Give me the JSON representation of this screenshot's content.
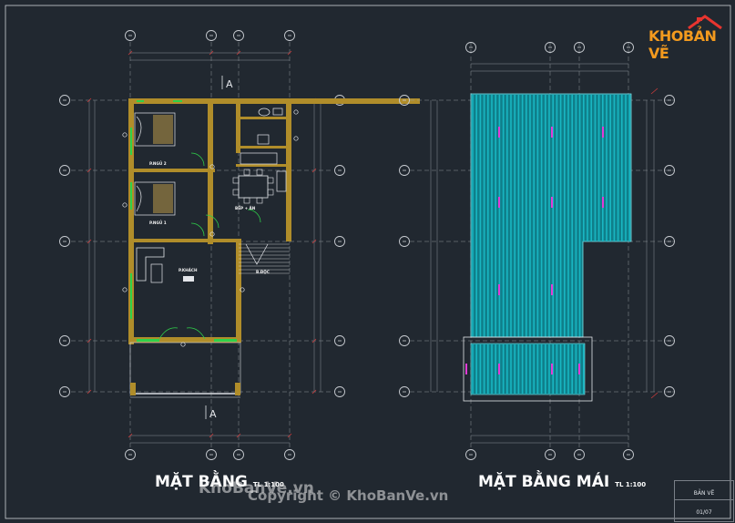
{
  "logo": {
    "kho": "KHO",
    "banve": "BẢN VẼ"
  },
  "plan_title": "MẶT BẰNG",
  "plan_scale": "TL 1:100",
  "roof_title": "MẶT BẰNG MÁI",
  "roof_scale": "TL 1:100",
  "watermark_brand": "KhoBanVe.vn",
  "watermark_copyright": "Copyright © KhoBanVe.vn",
  "sheet": {
    "label": "BẢN VẼ",
    "number": "01/07"
  },
  "section_mark": "A",
  "rooms": {
    "bedroom2": "P.NGỦ 2",
    "bedroom1": "P.NGỦ 1",
    "kitchen": "BẾP + ĂN",
    "living": "P.KHÁCH",
    "stair": "B.ĐỘC"
  },
  "colors": {
    "background": "#212830",
    "wall": "#b08d2a",
    "roof": "#19b6c2",
    "dim": "#8a8f96",
    "grid": "#c9cdd2",
    "accent": "#e23bd6"
  }
}
